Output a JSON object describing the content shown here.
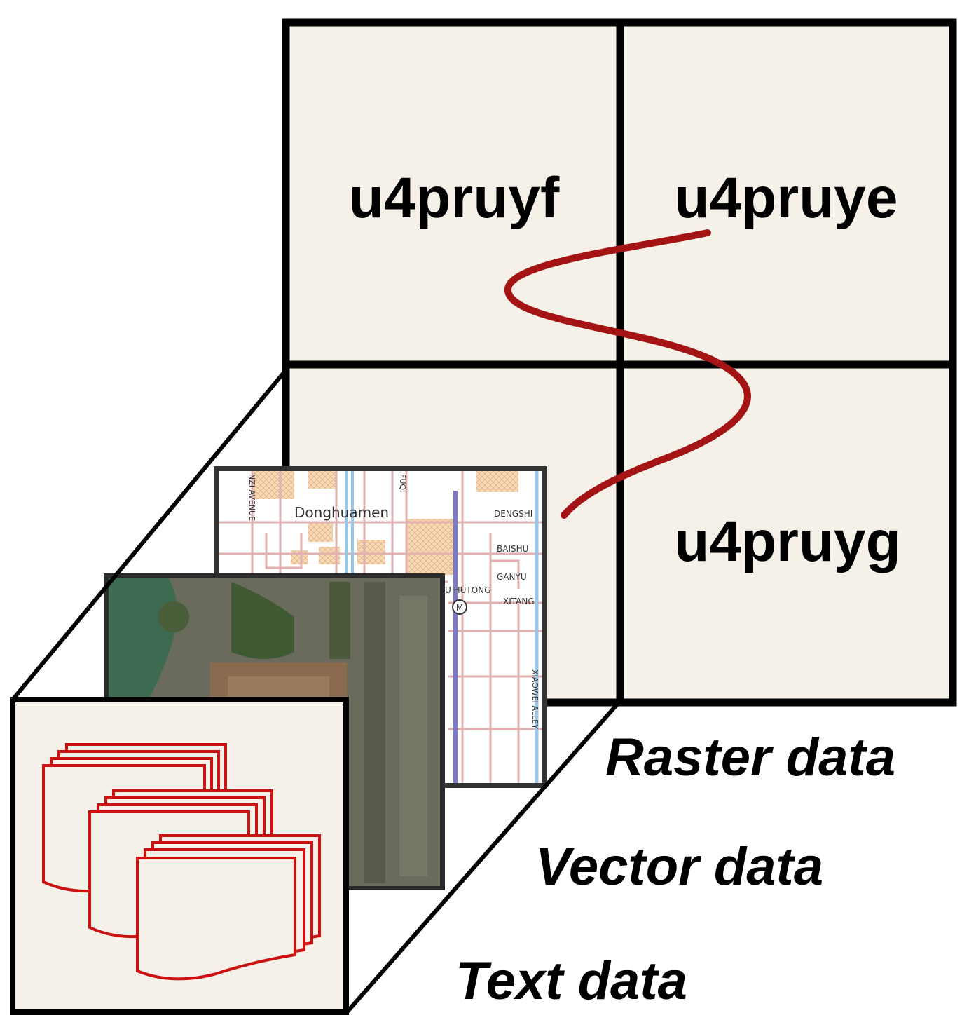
{
  "grid": {
    "cells": {
      "top_left": "u4pruyf",
      "top_right": "u4pruye",
      "bottom_left": "",
      "bottom_right": "u4pruyg"
    }
  },
  "layers": {
    "raster": "Raster data",
    "vector": "Vector data",
    "text": "Text data"
  },
  "map_labels": {
    "area": "Donghuamen",
    "street_1": "DENGSHI",
    "street_2": "BAISHU",
    "street_3": "GANYU",
    "street_4": "XITANG",
    "hutong": "U HUTONG",
    "avenue": "NZI AVENUE",
    "fuqi": "FUQI",
    "alley": "XIAOWEI ALLEY"
  },
  "colors": {
    "cell_fill": "#f5f0e8",
    "curve": "#a41414",
    "doc_stroke": "#cc1111",
    "map_road": "#e2b0b0",
    "map_block": "#f6d9b6"
  }
}
